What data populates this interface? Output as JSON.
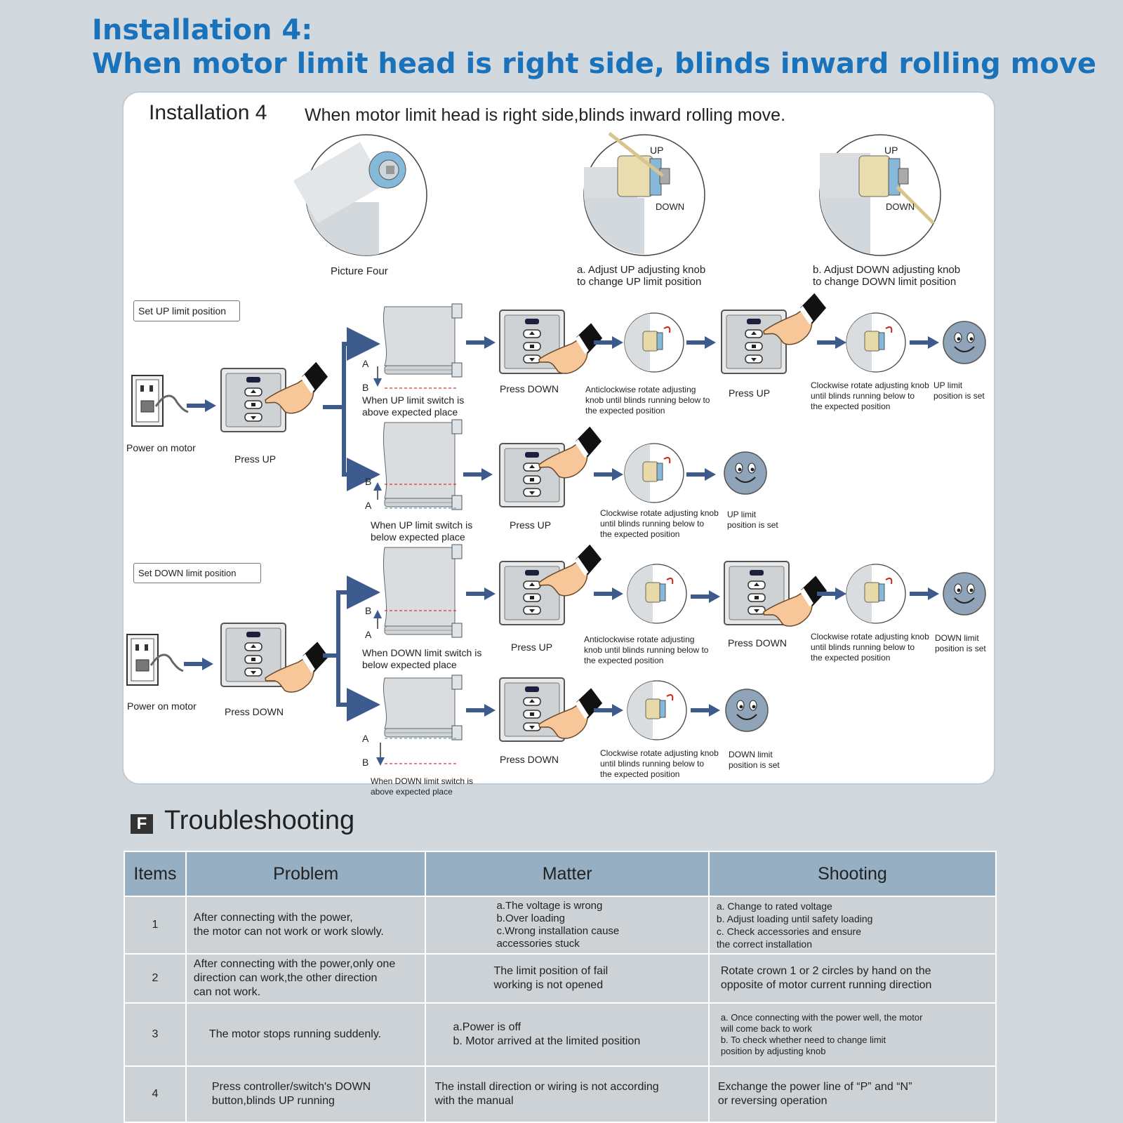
{
  "header": {
    "line1": "Installation 4:",
    "line2": "When motor limit head is right side, blinds inward rolling move"
  },
  "panel": {
    "install_label": "Installation 4",
    "install_sub": "When motor limit head is right side,blinds inward rolling move.",
    "picture_four": "Picture Four",
    "up": "UP",
    "down": "DOWN",
    "cap_a": "a. Adjust UP adjusting knob\nto change UP limit position",
    "cap_b": "b. Adjust DOWN adjusting knob\nto change DOWN limit position",
    "set_up_tag": "Set UP limit position",
    "set_down_tag": "Set DOWN limit position",
    "power_on": "Power on motor",
    "press_up": "Press UP",
    "press_down": "Press DOWN",
    "point_a": "A",
    "point_b": "B",
    "up_above": "When UP limit switch is\nabove expected place",
    "up_below": "When UP limit switch is\nbelow expected place",
    "down_below": "When DOWN limit switch is\nbelow expected place",
    "down_above": "When DOWN limit switch is\nabove expected place",
    "anticlockwise": "Anticlockwise rotate adjusting\nknob until blinds running below to\nthe expected position",
    "clockwise": "Clockwise rotate adjusting knob\nuntil blinds running below to\nthe expected position",
    "up_set": "UP limit\nposition is set",
    "down_set": "DOWN limit\nposition is set"
  },
  "troubleshooting": {
    "letter": "F",
    "title": "Troubleshooting",
    "headers": [
      "Items",
      "Problem",
      "Matter",
      "Shooting"
    ],
    "rows": [
      {
        "item": "1",
        "problem": "After connecting with the power,\nthe motor can not work or work slowly.",
        "matter": "a.The voltage is wrong\nb.Over loading\nc.Wrong installation cause\n   accessories stuck",
        "shooting": "a. Change to rated voltage\nb. Adjust loading until safety loading\nc. Check accessories and ensure\n   the correct installation"
      },
      {
        "item": "2",
        "problem": "After connecting with the power,only one\ndirection can work,the other direction\n can not work.",
        "matter": "The limit position of fail\nworking is not opened",
        "shooting": "Rotate crown 1 or 2 circles by hand on the\nopposite of motor current running direction"
      },
      {
        "item": "3",
        "problem": "The motor stops running suddenly.",
        "matter": "a.Power is off\nb. Motor arrived at the limited position",
        "shooting": "a. Once connecting with the power well, the motor\n will come back to work\nb. To check whether need to change limit\n position by adjusting knob"
      },
      {
        "item": "4",
        "problem": "Press controller/switch's DOWN\nbutton,blinds UP running",
        "matter": "The install direction or   wiring is not according\nwith the manual",
        "shooting": "Exchange the power line of “P” and  “N”\nor reversing operation"
      }
    ]
  },
  "colors": {
    "heading_blue": "#1a72bb",
    "arrow_blue": "#3d5a8c",
    "table_head": "#96afc2",
    "table_cell": "#cdd2d6"
  }
}
